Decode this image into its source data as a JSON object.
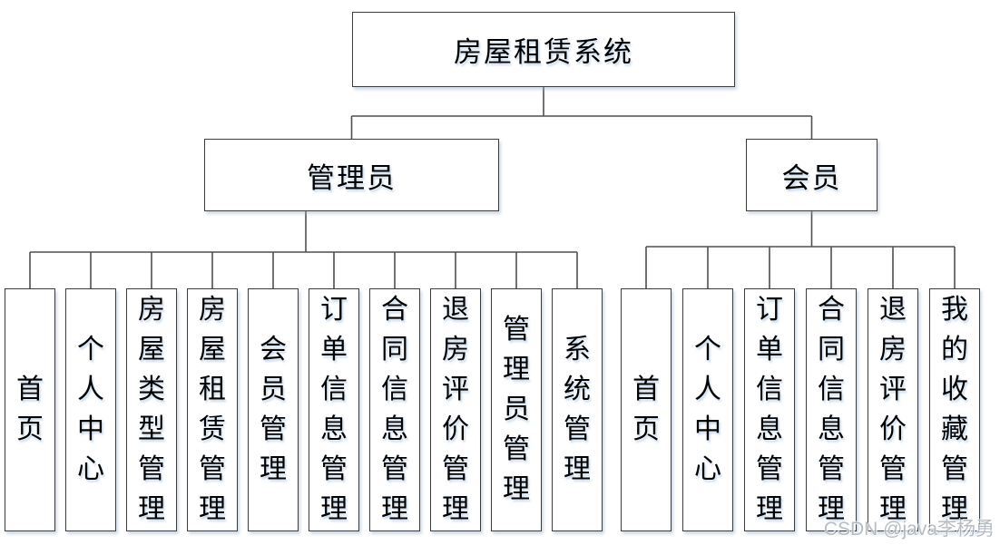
{
  "diagram": {
    "root": {
      "label": "房屋租赁系统"
    },
    "branches": [
      {
        "label": "管理员",
        "children": [
          "首页",
          "个人中心",
          "房屋类型管理",
          "房屋租赁管理",
          "会员管理",
          "订单信息管理",
          "合同信息管理",
          "退房评价管理",
          "管理员管理",
          "系统管理"
        ]
      },
      {
        "label": "会员",
        "children": [
          "首页",
          "个人中心",
          "订单信息管理",
          "合同信息管理",
          "退房评价管理",
          "我的收藏管理"
        ]
      }
    ]
  },
  "watermark": "CSDN @java李杨勇",
  "colors": {
    "line": "#4f4f4f",
    "box_border": "#3d3d3d",
    "box_fill": "#ffffff",
    "text": "#000000",
    "watermark_gray": "#8a949e"
  }
}
